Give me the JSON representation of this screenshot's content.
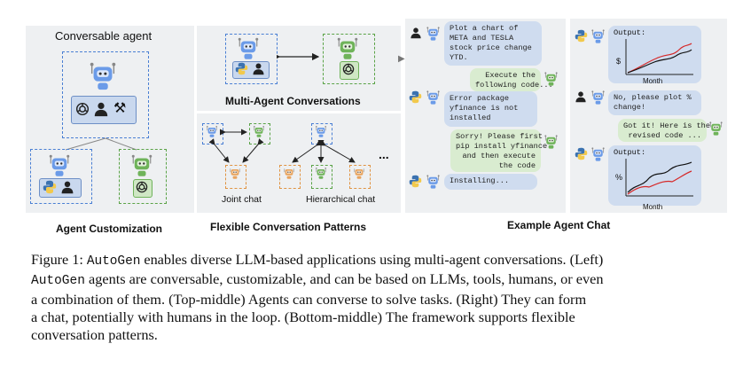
{
  "figure": {
    "left_panel": {
      "title": "Conversable agent",
      "label": "Agent Customization"
    },
    "middle_panel": {
      "top_label": "Multi-Agent Conversations",
      "joint_label": "Joint chat",
      "hierarchical_label": "Hierarchical chat",
      "ellipsis": "...",
      "bottom_label": "Flexible Conversation Patterns"
    },
    "right_panel": {
      "label": "Example Agent Chat",
      "messages": [
        {
          "text": "Plot a chart of\nMETA and TESLA\nstock price change\nYTD."
        },
        {
          "text": "Execute the\nfollowing code..."
        },
        {
          "text": "Error package\nyfinance is not\ninstalled"
        },
        {
          "text": "Sorry! Please first\npip install yfinance\nand then execute\nthe code"
        },
        {
          "text": "Installing..."
        }
      ],
      "output_messages": [
        {
          "text": "Output:"
        },
        {
          "text": "No, please plot %\nchange!"
        },
        {
          "text": "Got it! Here is the\nrevised code ..."
        },
        {
          "text": "Output:"
        }
      ],
      "chart1": {
        "ylabel": "$",
        "xlabel": "Month"
      },
      "chart2": {
        "ylabel": "%",
        "xlabel": "Month"
      }
    },
    "colors": {
      "blue": "#4a7fd4",
      "green": "#5aa347",
      "orange": "#e09443",
      "panel": "#eef0f2"
    }
  },
  "caption": {
    "lines": [
      [
        "Figure 1: ",
        "AutoGen",
        " enables diverse LLM-based applications using multi-agent conversations. (Left)"
      ],
      [
        "",
        "AutoGen",
        " agents are conversable, customizable, and can be based on LLMs, tools, humans, or even"
      ],
      [
        "a combination of them. (Top-middle) Agents can converse to solve tasks. (Right) They can form",
        "",
        ""
      ],
      [
        "a chat, potentially with humans in the loop. (Bottom-middle) The framework supports flexible",
        "",
        ""
      ],
      [
        "conversation patterns.",
        "",
        ""
      ]
    ]
  }
}
